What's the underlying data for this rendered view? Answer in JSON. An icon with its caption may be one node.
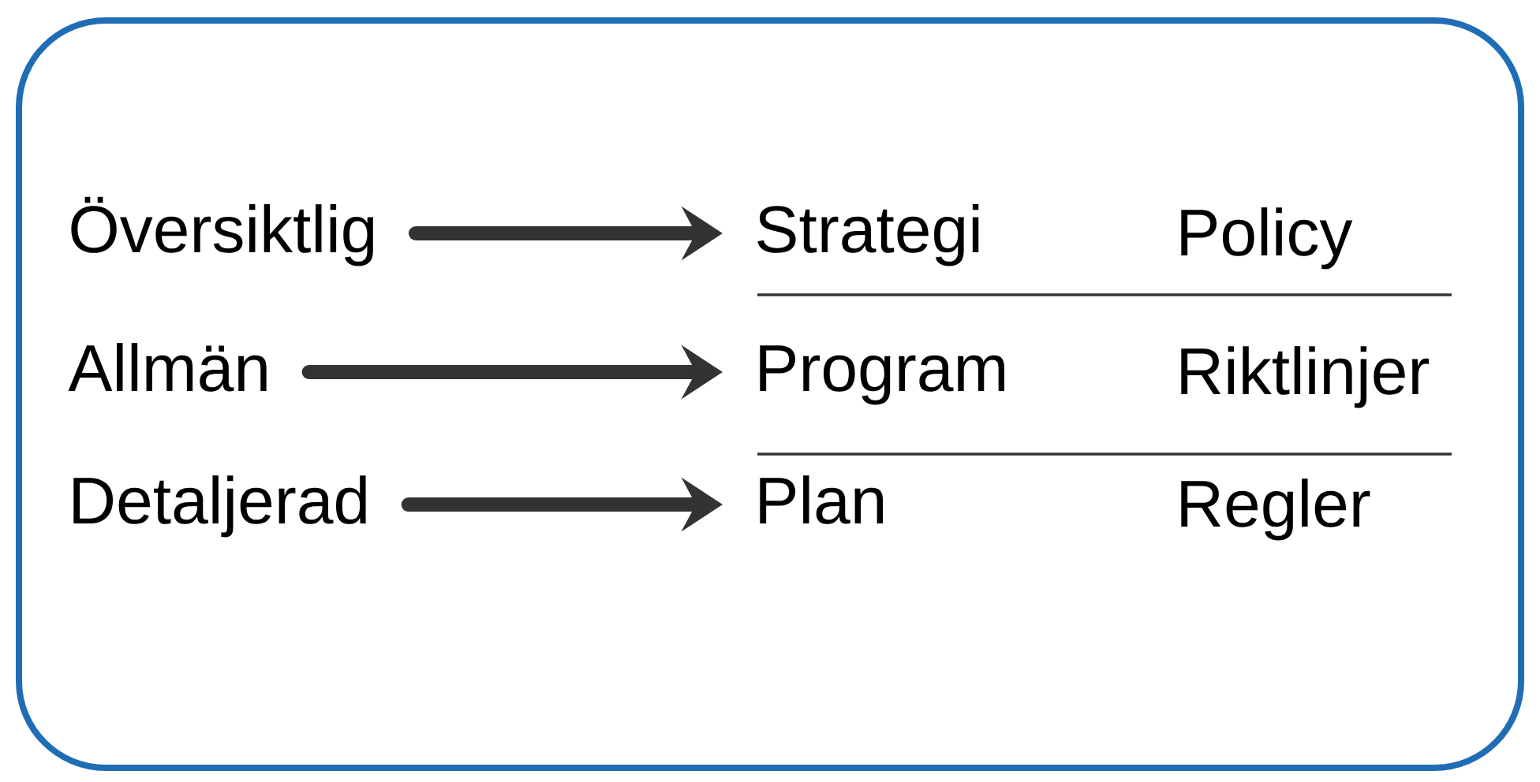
{
  "diagram": {
    "nodes": [
      {
        "text": [],
        "shape": "box"
      },
      {
        "text": [
          "Översiktlig"
        ],
        "in": 0
      },
      {
        "text": [
          "Strategi"
        ],
        "in": 0
      },
      {
        "text": [
          "Allmän"
        ],
        "in": 0
      },
      {
        "text": [
          "Program"
        ],
        "in": 0
      },
      {
        "text": [
          "Detaljerad"
        ],
        "in": 0
      },
      {
        "text": [
          "Plan"
        ],
        "in": 0
      }
    ],
    "edges": [
      {
        "from": 1,
        "to": 2,
        "arrow": "to"
      },
      {
        "from": 3,
        "to": 4,
        "arrow": "to"
      },
      {
        "from": 5,
        "to": 6,
        "arrow": "to"
      }
    ],
    "labels": [
      "Policy",
      "Riktlinjer",
      "Regler"
    ]
  }
}
